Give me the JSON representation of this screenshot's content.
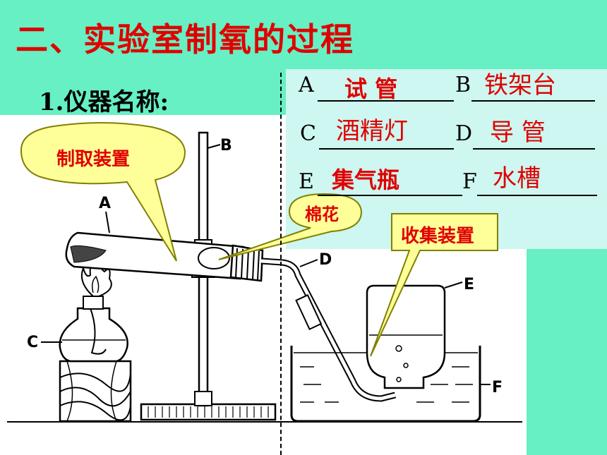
{
  "title": "二、实验室制氧的过程",
  "subtitle": "1.仪器名称:",
  "blanks": {
    "A": {
      "letter": "A",
      "answer": "试 管"
    },
    "B": {
      "letter": "B",
      "answer": "铁架台"
    },
    "C": {
      "letter": "C",
      "answer": "酒精灯"
    },
    "D": {
      "letter": "D",
      "answer": "导 管"
    },
    "E": {
      "letter": "E",
      "answer": "集气瓶"
    },
    "F": {
      "letter": "F",
      "answer": "水槽"
    }
  },
  "callouts": {
    "production": "制取装置",
    "cotton": "棉花",
    "collection": "收集装置"
  },
  "diagram_labels": {
    "A": "A",
    "B": "B",
    "C": "C",
    "D": "D",
    "E": "E",
    "F": "F"
  },
  "colors": {
    "background": "#66f0c4",
    "title": "#e00000",
    "answer": "#e00000",
    "callout_fill": "#ffff99",
    "callout_fill_collect": "#ffff99"
  }
}
